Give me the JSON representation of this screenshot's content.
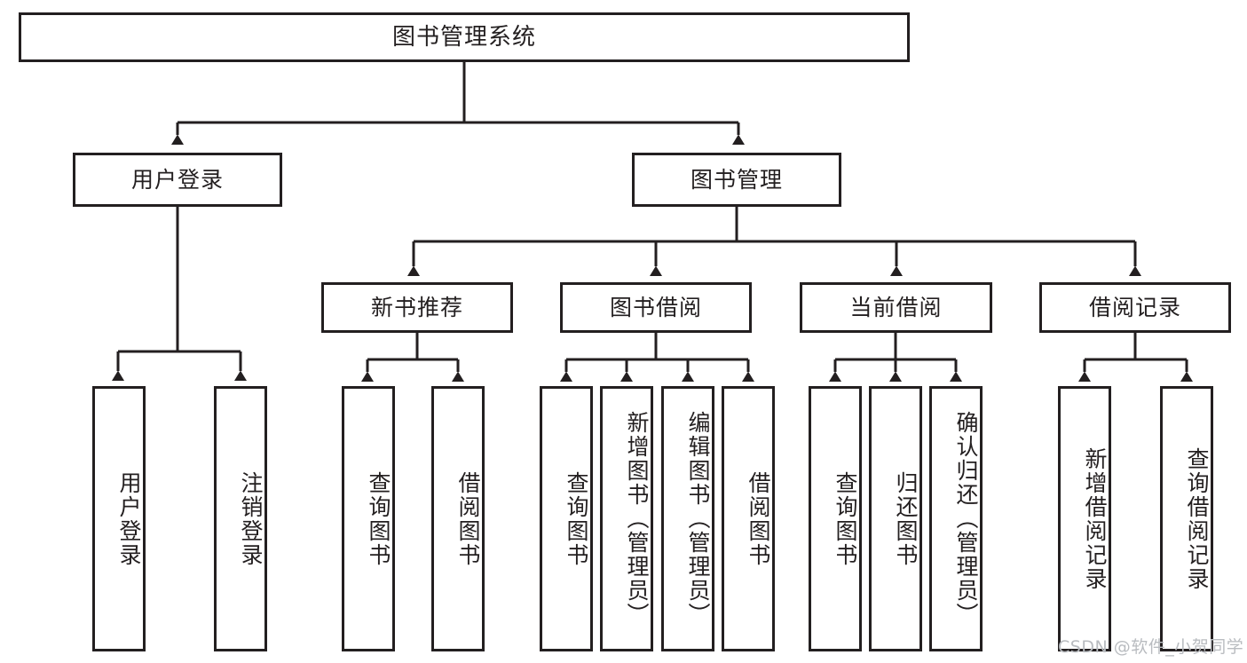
{
  "diagram": {
    "title": "图书管理系统",
    "watermark": "CSDN @软件_小贺同学",
    "colors": {
      "stroke": "#231f20",
      "fill": "#ffffff",
      "watermark": "#b9bcc0"
    },
    "levels": {
      "root": {
        "label": "图书管理系统"
      },
      "level2": [
        {
          "label": "用户登录"
        },
        {
          "label": "图书管理"
        }
      ],
      "level3": [
        {
          "label": "新书推荐"
        },
        {
          "label": "图书借阅"
        },
        {
          "label": "当前借阅"
        },
        {
          "label": "借阅记录"
        }
      ],
      "leaves": {
        "user_login": [
          {
            "label": "用户登录"
          },
          {
            "label": "注销登录"
          }
        ],
        "new_book_recommend": [
          {
            "label": "查询图书"
          },
          {
            "label": "借阅图书"
          }
        ],
        "book_borrow": [
          {
            "label": "查询图书"
          },
          {
            "label": "新增图书（管理员）"
          },
          {
            "label": "编辑图书（管理员）"
          },
          {
            "label": "借阅图书"
          }
        ],
        "current_borrow": [
          {
            "label": "查询图书"
          },
          {
            "label": "归还图书"
          },
          {
            "label": "确认归还（管理员）"
          }
        ],
        "borrow_record": [
          {
            "label": "新增借阅记录"
          },
          {
            "label": "查询借阅记录"
          }
        ]
      }
    }
  }
}
